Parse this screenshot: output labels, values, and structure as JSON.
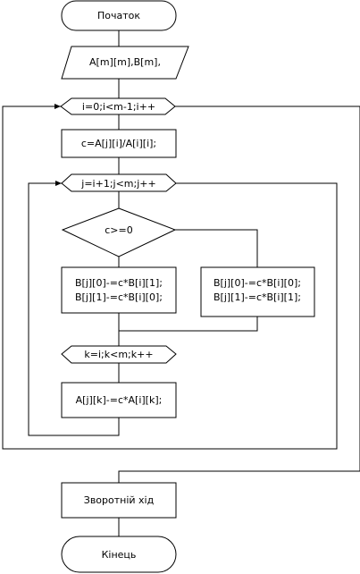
{
  "flowchart": {
    "start": "Початок",
    "input": "A[m][m],B[m],",
    "loop_i": "i=0;i<m-1;i++",
    "calc_c": "c=A[j][i]/A[i][i];",
    "loop_j": "j=i+1;j<m;j++",
    "condition": "c>=0",
    "branch_yes": [
      "B[j][0]-=c*B[i][1];",
      "B[j][1]-=c*B[i][0];"
    ],
    "branch_no": [
      "B[j][0]-=c*B[i][0];",
      "B[j][1]-=c*B[i][1];"
    ],
    "loop_k": "k=i;k<m;k++",
    "calc_a": "A[j][k]-=c*A[i][k];",
    "back_sub": "Зворотній хід",
    "end": "Кінець"
  }
}
